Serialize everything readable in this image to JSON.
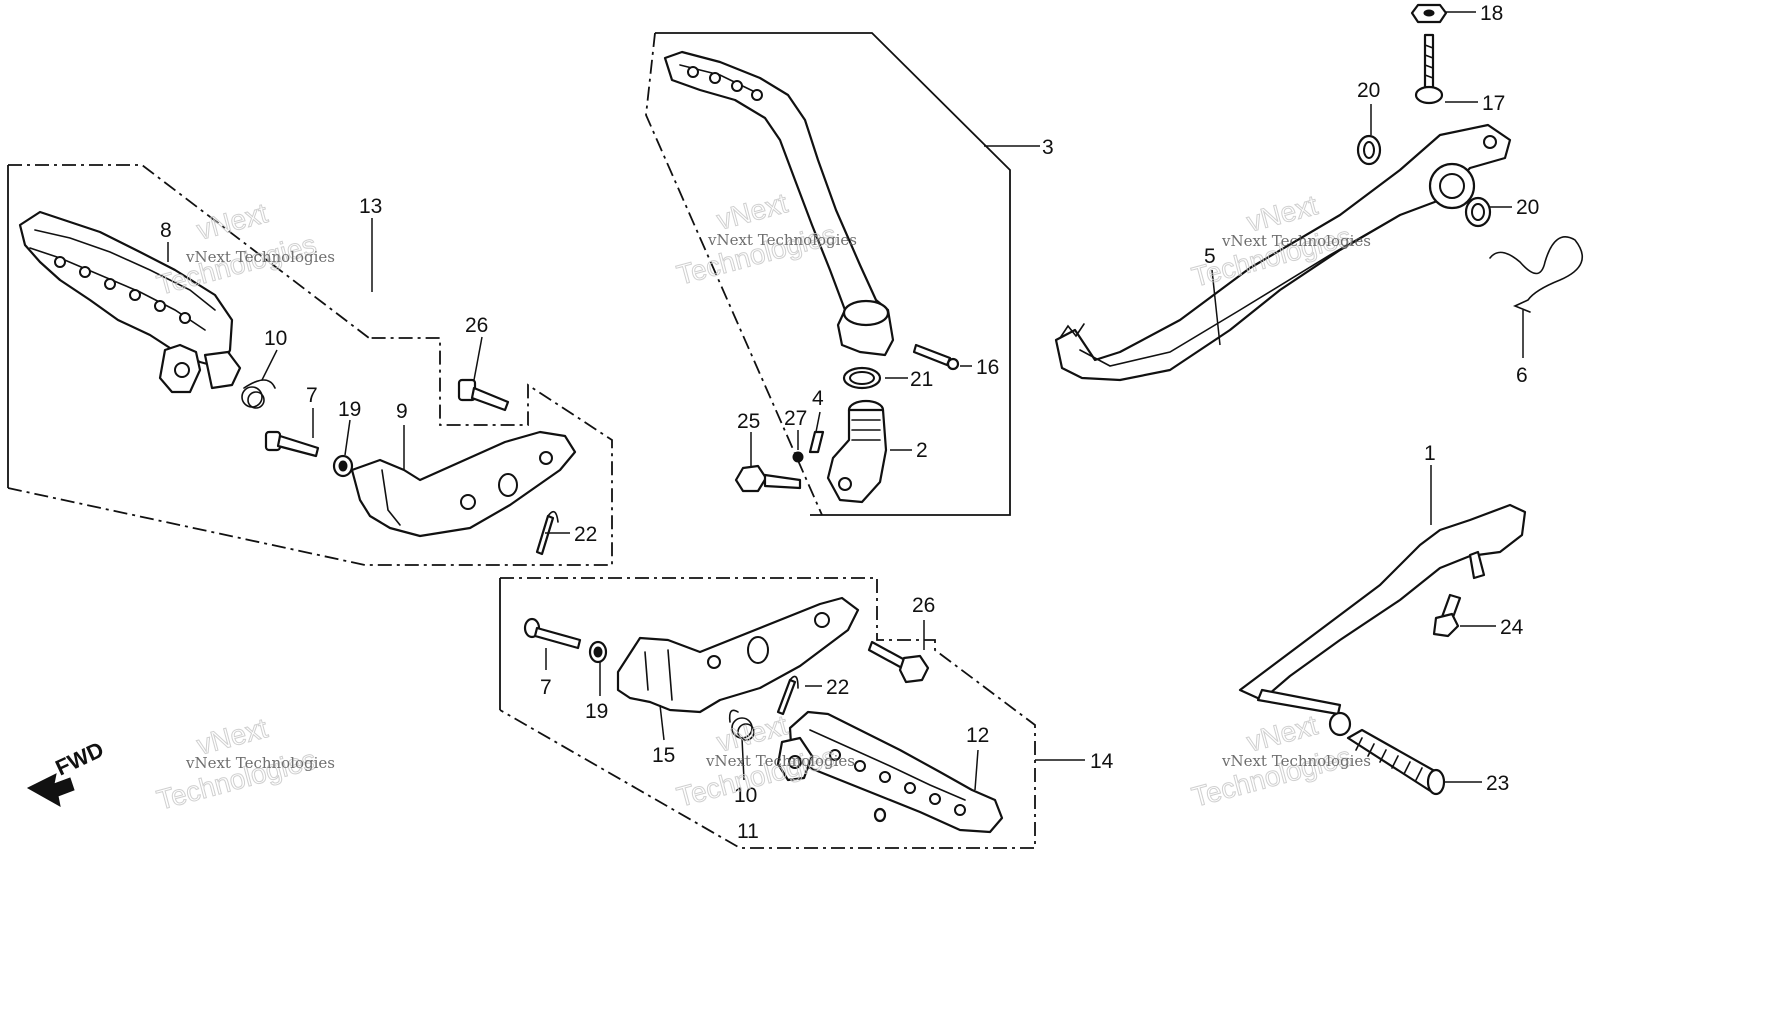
{
  "diagram": {
    "labels": {
      "n1": "1",
      "n2": "2",
      "n3": "3",
      "n4": "4",
      "n5": "5",
      "n6": "6",
      "n7a": "7",
      "n7b": "7",
      "n8": "8",
      "n9": "9",
      "n10a": "10",
      "n10b": "10",
      "n11": "11",
      "n12": "12",
      "n13": "13",
      "n14": "14",
      "n15": "15",
      "n16": "16",
      "n17": "17",
      "n18": "18",
      "n19a": "19",
      "n19b": "19",
      "n20a": "20",
      "n20b": "20",
      "n21": "21",
      "n22a": "22",
      "n22b": "22",
      "n23": "23",
      "n24": "24",
      "n25": "25",
      "n26a": "26",
      "n26b": "26",
      "n27": "27"
    },
    "direction_label": "FWD",
    "watermark": {
      "small": "vNext Technologies",
      "outline": "Technologies",
      "outline_top": "vNext"
    }
  }
}
